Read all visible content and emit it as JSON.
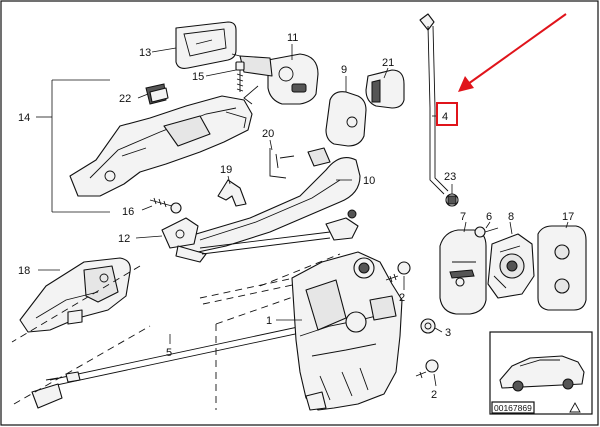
{
  "diagram_id": "00167869",
  "highlight_color": "#e0141b",
  "callouts": [
    {
      "key": "c1",
      "label": "1"
    },
    {
      "key": "c2",
      "label": "2"
    },
    {
      "key": "c2b",
      "label": "2"
    },
    {
      "key": "c3",
      "label": "3"
    },
    {
      "key": "c4",
      "label": "4"
    },
    {
      "key": "c5",
      "label": "5"
    },
    {
      "key": "c6",
      "label": "6"
    },
    {
      "key": "c7",
      "label": "7"
    },
    {
      "key": "c8",
      "label": "8"
    },
    {
      "key": "c9",
      "label": "9"
    },
    {
      "key": "c10",
      "label": "10"
    },
    {
      "key": "c11",
      "label": "11"
    },
    {
      "key": "c12",
      "label": "12"
    },
    {
      "key": "c13",
      "label": "13"
    },
    {
      "key": "c14",
      "label": "14"
    },
    {
      "key": "c15",
      "label": "15"
    },
    {
      "key": "c16",
      "label": "16"
    },
    {
      "key": "c17",
      "label": "17"
    },
    {
      "key": "c18",
      "label": "18"
    },
    {
      "key": "c19",
      "label": "19"
    },
    {
      "key": "c20",
      "label": "20"
    },
    {
      "key": "c21",
      "label": "21"
    },
    {
      "key": "c22",
      "label": "22"
    },
    {
      "key": "c23",
      "label": "23"
    }
  ]
}
